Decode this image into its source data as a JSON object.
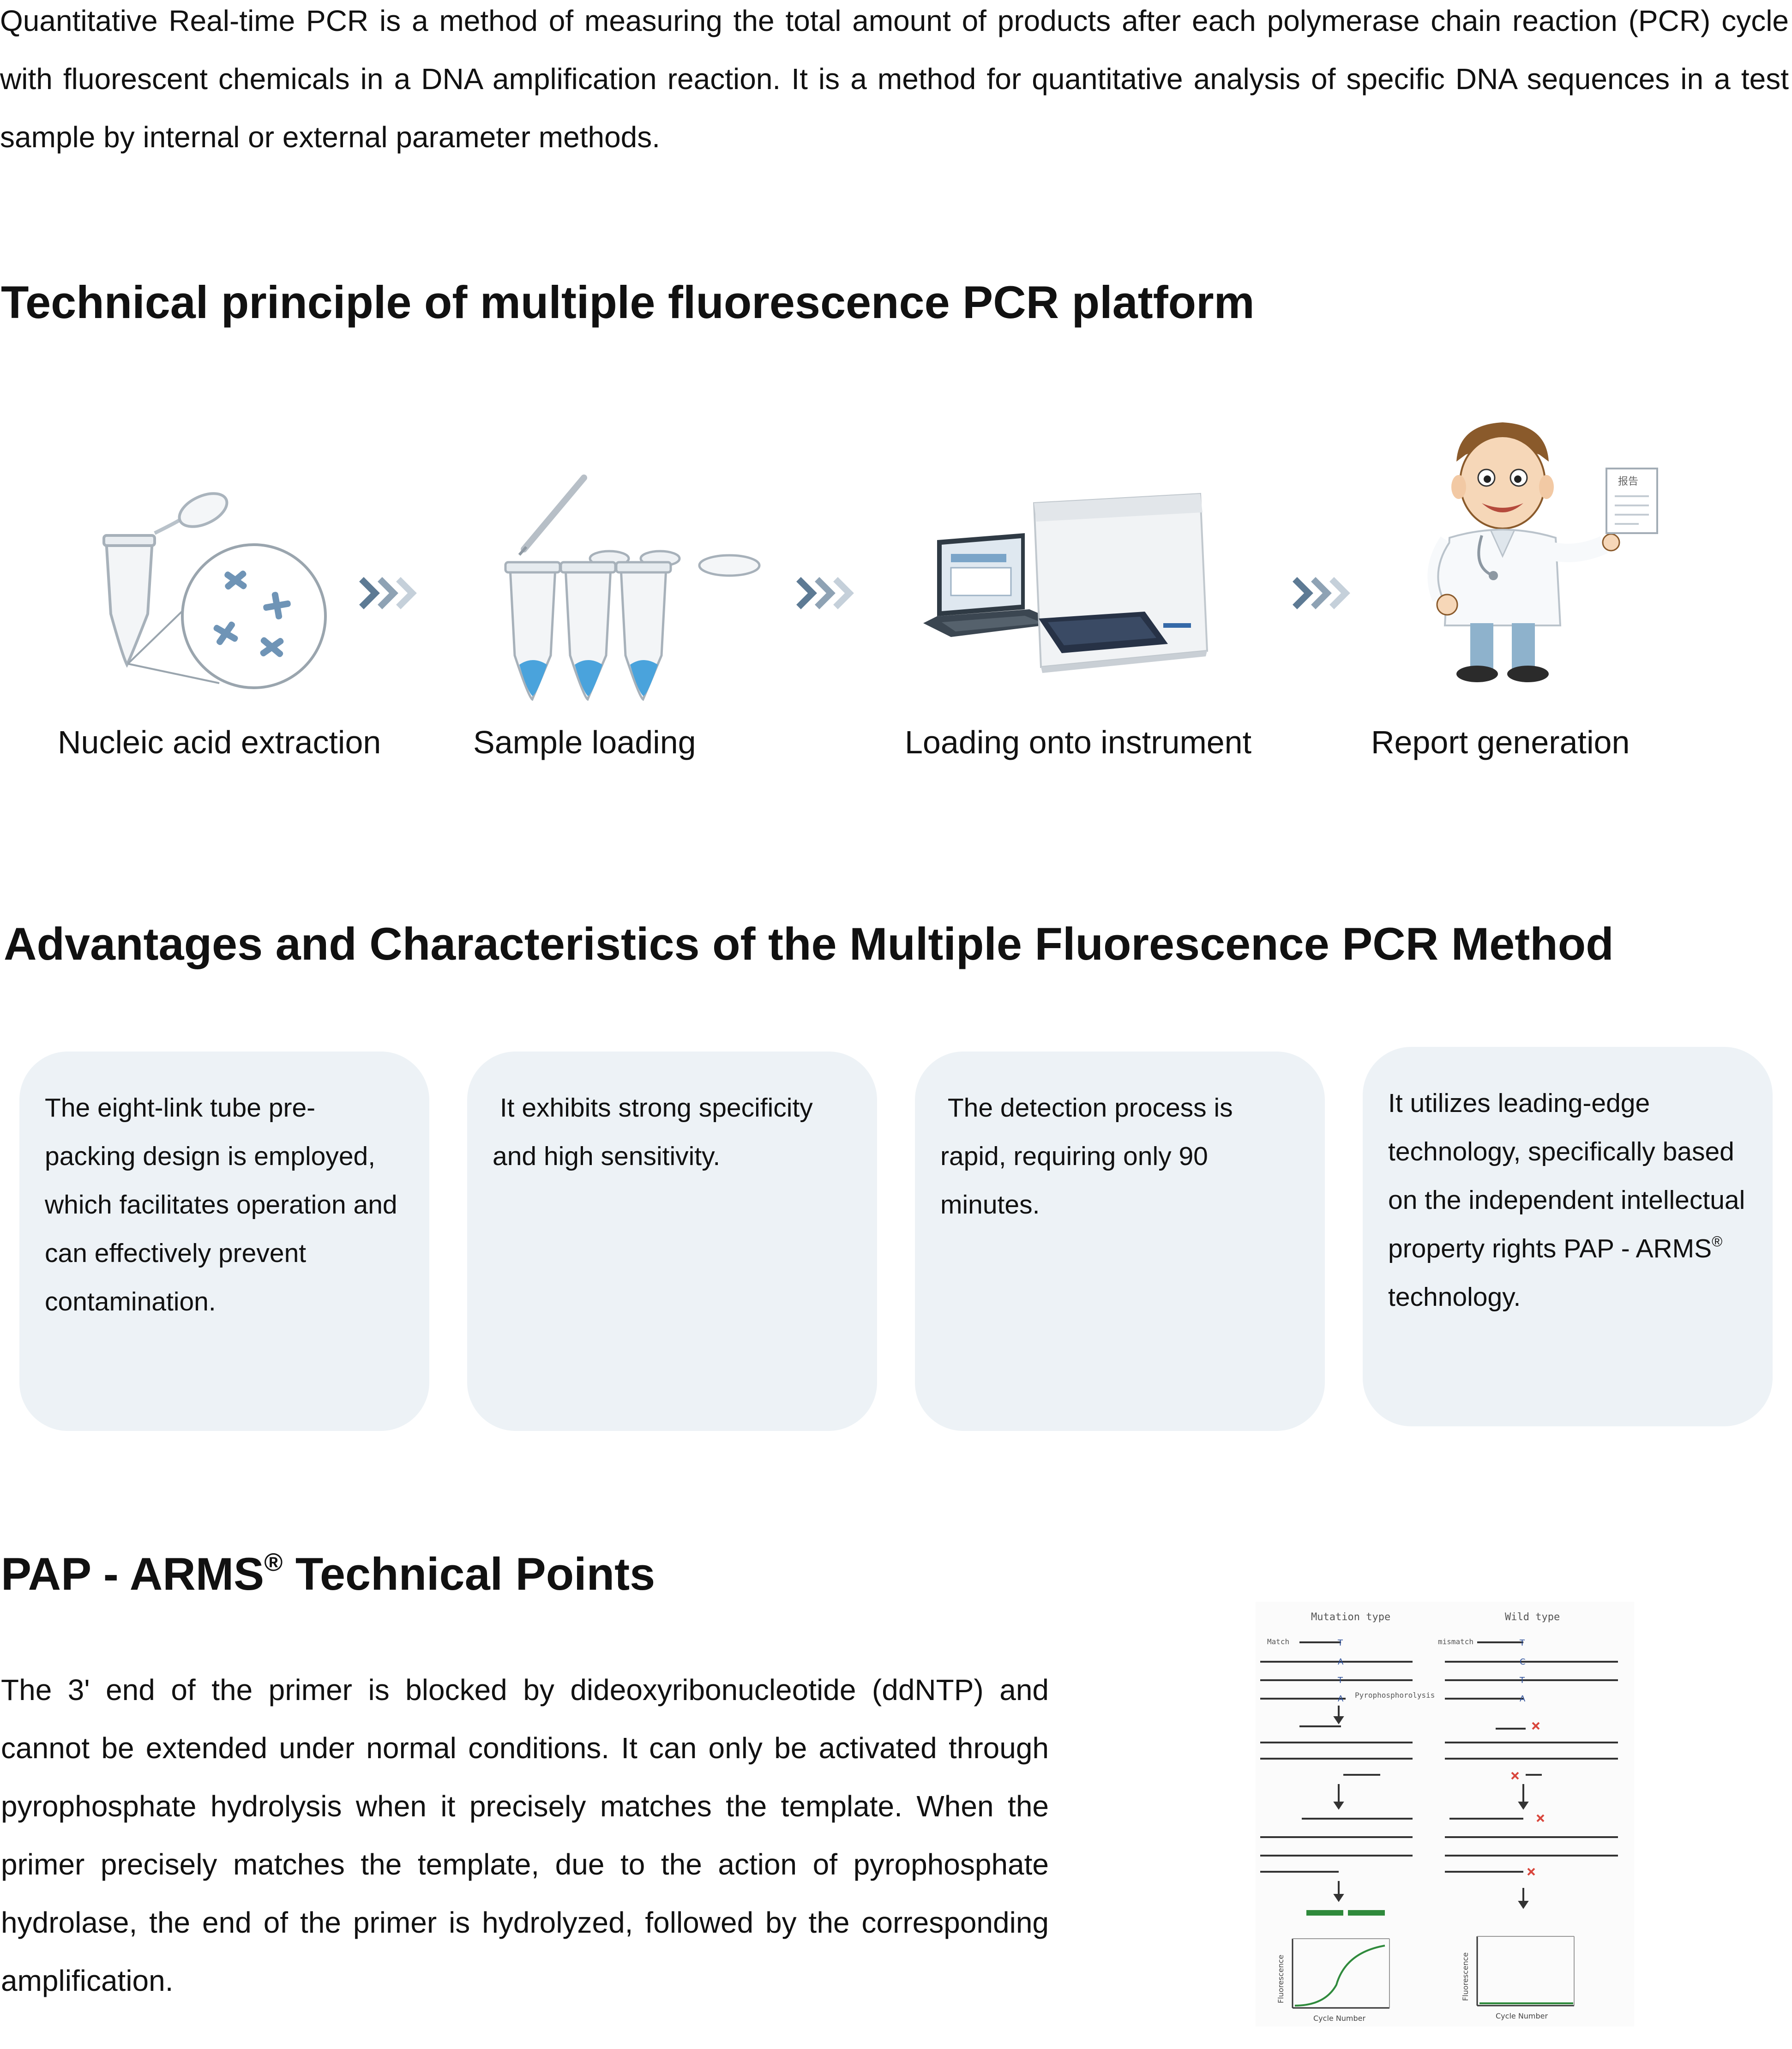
{
  "intro": {
    "text": "Quantitative Real-time PCR is a method of measuring the total amount of products after each polymerase chain reaction (PCR) cycle with fluorescent chemicals in a DNA amplification reaction. It is a method for quantitative analysis of specific DNA sequences in a test sample by internal or external parameter methods."
  },
  "principle": {
    "heading": "Technical principle of multiple fluorescence PCR platform",
    "steps": [
      {
        "label": "Nucleic acid extraction"
      },
      {
        "label": "Sample loading"
      },
      {
        "label": "Loading onto instrument"
      },
      {
        "label": "Report generation"
      }
    ],
    "report_sheet_text": "报告"
  },
  "advantages": {
    "heading": "Advantages and Characteristics of the Multiple Fluorescence PCR Method",
    "cards": [
      {
        "text": "The eight-link tube pre-packing design is employed, which facilitates operation and can effectively prevent contamination."
      },
      {
        "text": " It exhibits strong specificity and high sensitivity."
      },
      {
        "text": " The detection process is rapid, requiring only 90 minutes."
      },
      {
        "text_before": "It utilizes leading-edge technology, specifically based on the independent intellectual property rights PAP - ARMS",
        "mark": "®",
        "text_after": " technology."
      }
    ]
  },
  "pap_arms": {
    "heading_main": "PAP - ARMS",
    "heading_mark": "®",
    "heading_rest": " Technical Points",
    "text": "The 3' end of the primer is blocked by dideoxyribonucleotide (ddNTP) and cannot be extended under normal conditions. It can only be activated through pyrophosphate hydrolysis when it precisely matches the template. When the primer precisely matches the template, due to the action of pyrophosphate hydrolase, the end of the primer is hydrolyzed, followed by the corresponding amplification.",
    "diagram": {
      "mutation_title": "Mutation type",
      "wild_title": "Wild type",
      "match_label": "Match",
      "mismatch_label": "mismatch",
      "enzyme_label": "Pyrophosphorolysis",
      "y_axis_label": "Fluorescence",
      "x_axis_label": "Cycle Number",
      "base_t": "T",
      "base_a": "A",
      "base_c": "C"
    }
  },
  "colors": {
    "card_bg": "#edf2f6",
    "arrow_dark": "#5d7a94",
    "arrow_light": "#c5d0da",
    "liquid_blue": "#4aa3dc",
    "curve_green": "#2f8a3c"
  }
}
